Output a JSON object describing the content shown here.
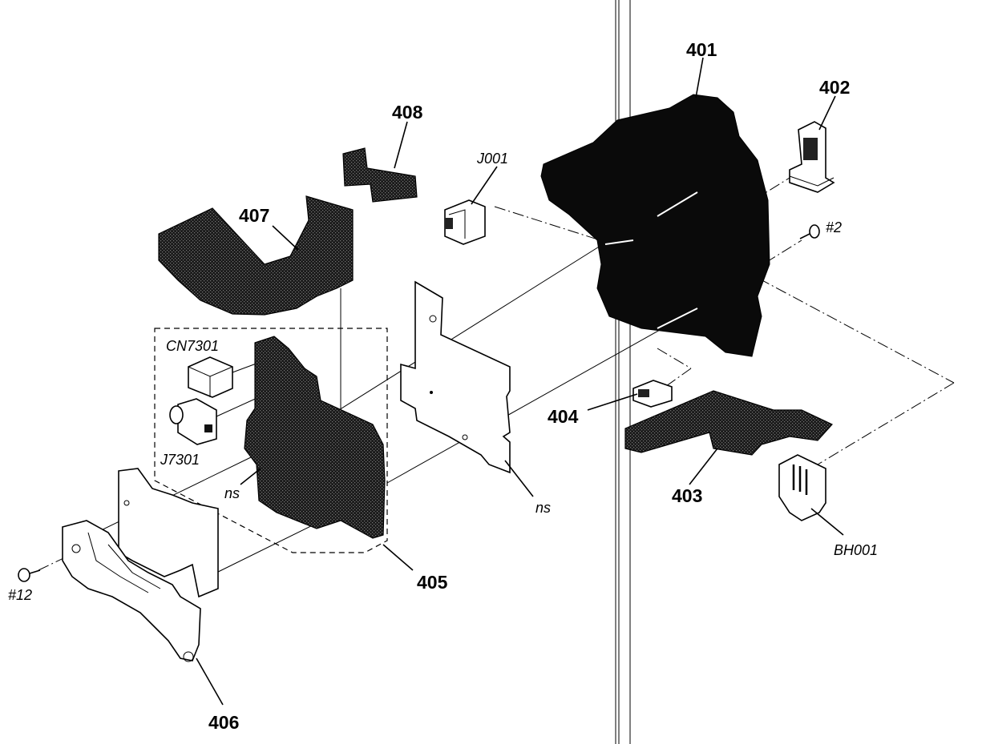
{
  "labels": {
    "p401": "401",
    "p402": "402",
    "p403": "403",
    "p404": "404",
    "p405": "405",
    "p406": "406",
    "p407": "407",
    "p408": "408",
    "j001": "J001",
    "cn7301": "CN7301",
    "j7301": "J7301",
    "bh001": "BH001",
    "screw2": "#2",
    "screw12": "#12",
    "ns_left": "ns",
    "ns_right": "ns"
  }
}
